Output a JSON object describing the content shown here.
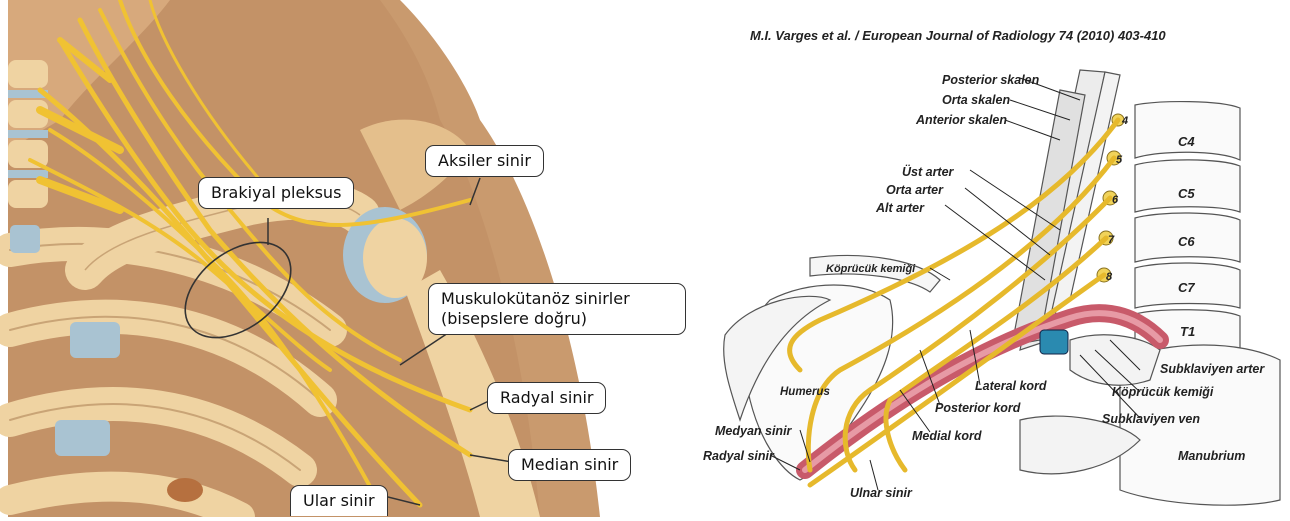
{
  "left_panel": {
    "callouts": {
      "axillary": "Aksiler sinir",
      "plexus": "Brakiyal pleksus",
      "musculo_line1": "Muskulokütanöz sinirler",
      "musculo_line2": "(bisepslere doğru)",
      "radial": "Radyal sinir",
      "median": "Median sinir",
      "ulnar": "Ular sinir"
    }
  },
  "right_panel": {
    "citation": "M.I. Varges et al. / European Journal of Radiology 74 (2010) 403-410",
    "labels": {
      "posterior_scalene": "Posterior skalen",
      "middle_scalene": "Orta skalen",
      "anterior_scalene": "Anterior skalen",
      "upper_trunk": "Üst arter",
      "middle_trunk": "Orta arter",
      "lower_trunk": "Alt arter",
      "clavicle_top": "Köprücük kemiği",
      "humerus": "Humerus",
      "lateral_cord": "Lateral kord",
      "posterior_cord": "Posterior kord",
      "medial_cord": "Medial kord",
      "median_nerve": "Medyan sinir",
      "radial_nerve": "Radyal sinir",
      "ulnar_nerve": "Ulnar sinir",
      "subclavian_artery": "Subklaviyen arter",
      "clavicle_right": "Köprücük kemiği",
      "subclavian_vein": "Subklaviyen ven",
      "manubrium": "Manubrium"
    },
    "vertebrae": [
      "C4",
      "C5",
      "C6",
      "C7",
      "T1"
    ],
    "root_numbers": [
      "4",
      "5",
      "6",
      "7",
      "8"
    ]
  },
  "colors": {
    "skin": "#c99a6e",
    "bone": "#efd3a2",
    "nerve": "#f0c233",
    "cartilage": "#a9c3d2",
    "artery": "#c85a6a",
    "vein": "#2a8ab0"
  }
}
